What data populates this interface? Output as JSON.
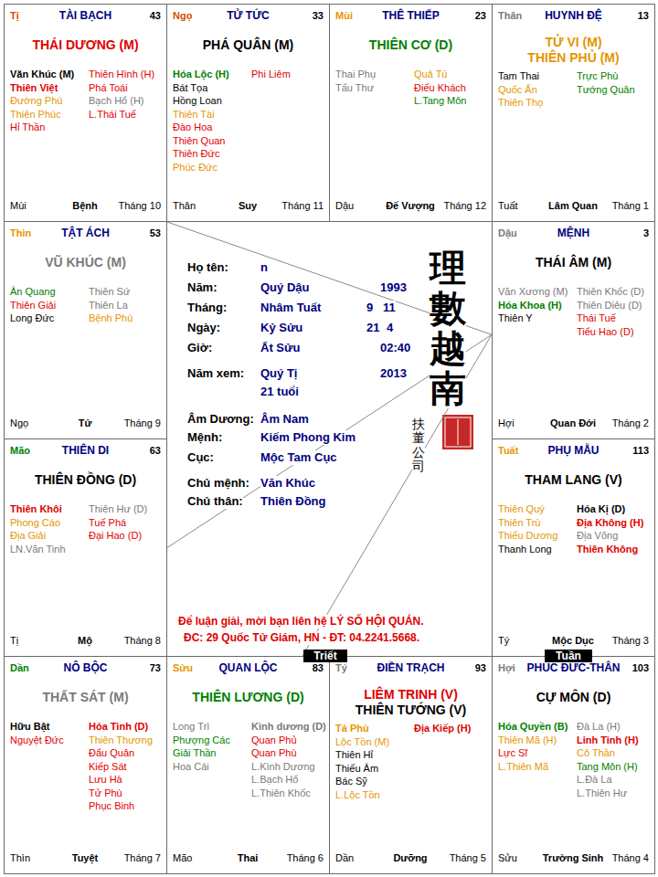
{
  "diagram": {
    "nodes": [
      {
        "text": [
          "Tị",
          "TÀI BẠCH",
          "43",
          "THÁI DƯƠNG (M)",
          "Văn Khúc (M)",
          "Thiên Việt",
          "Đường Phù",
          "Thiên Phúc",
          "Hỉ Thần",
          "Thiên Hình (H)",
          "Phá Toái",
          "Bạch Hổ (H)",
          "L.Thái Tuế",
          "Mùi",
          "Bệnh",
          "Tháng 10"
        ]
      },
      {
        "text": [
          "Ngọ",
          "TỬ TỨC",
          "33",
          "PHÁ QUÂN (M)",
          "Hóa Lộc (H)",
          "Bát Tọa",
          "Hồng Loan",
          "Thiên Tài",
          "Đào Hoa",
          "Thiên Quan",
          "Thiên Đức",
          "Phúc Đức",
          "Phi Liêm",
          "Thân",
          "Suy",
          "Tháng 11"
        ]
      },
      {
        "text": [
          "Mùi",
          "THÊ THIẾP",
          "23",
          "THIÊN CƠ (D)",
          "Thai Phụ",
          "Tấu Thư",
          "Quả Tú",
          "Điếu Khách",
          "L.Tang Môn",
          "Dậu",
          "Đế Vượng",
          "Tháng 12"
        ]
      },
      {
        "text": [
          "Thân",
          "HUYNH ĐỆ",
          "13",
          "TỬ VI (M)",
          "THIÊN PHỦ (M)",
          "Tam Thai",
          "Quốc Ấn",
          "Thiên Thọ",
          "Trực Phù",
          "Tướng Quân",
          "Tuất",
          "Lâm Quan",
          "Tháng 1"
        ]
      },
      {
        "text": [
          "Thìn",
          "TẬT ÁCH",
          "53",
          "VŨ KHÚC (M)",
          "Ân Quang",
          "Thiên Giải",
          "Long Đức",
          "Thiên Sứ",
          "Thiên La",
          "Bệnh Phù",
          "Ngọ",
          "Tử",
          "Tháng 9"
        ]
      },
      {
        "text": [
          "Họ tên:",
          "n",
          "Năm:",
          "Quý Dậu",
          "1993",
          "Tháng:",
          "Nhâm Tuất",
          "9",
          "11",
          "Ngày:",
          "Kỷ Sửu",
          "21",
          "4",
          "Giờ:",
          "Ất Sửu",
          "02:40",
          "Năm xem:",
          "Quý Tị",
          "2013",
          "21 tuổi",
          "Âm Dương:",
          "Âm Nam",
          "Mệnh:",
          "Kiếm Phong Kim",
          "Cục:",
          "Mộc Tam Cục",
          "Chủ mệnh:",
          "Văn Khúc",
          "Chủ thân:",
          "Thiên Đồng",
          "Để luận giải, mời bạn liên hệ LÝ SỐ HỘI QUÁN.",
          "ĐC: 29 Quốc Tử Giám, HN - ĐT: 04.2241.5668.",
          "理數越南",
          "扶董公司"
        ]
      },
      {
        "text": [
          "Dậu",
          "MỆNH",
          "3",
          "THÁI ÂM (M)",
          "Văn Xương (M)",
          "Hóa Khoa (H)",
          "Thiên Y",
          "Thiên Khốc (D)",
          "Thiên Diêu (D)",
          "Thái Tuế",
          "Tiểu Hao (D)",
          "Hợi",
          "Quan Đới",
          "Tháng 2"
        ]
      },
      {
        "text": [
          "Mão",
          "THIÊN DI",
          "63",
          "THIÊN ĐỒNG (D)",
          "Thiên Khôi",
          "Phong Cáo",
          "Địa Giải",
          "LN.Văn Tinh",
          "Thiên Hư (D)",
          "Tuế Phá",
          "Đại Hao (D)",
          "Tị",
          "Mộ",
          "Tháng 8"
        ]
      },
      {
        "text": [
          "Tuất",
          "PHỤ MẪU",
          "113",
          "THAM LANG (V)",
          "Thiên Quý",
          "Thiên Trù",
          "Thiếu Dương",
          "Thanh Long",
          "Hóa Kị (D)",
          "Địa Không (H)",
          "Địa Võng",
          "Thiên Không",
          "Tý",
          "Mộc Dục",
          "Tháng 3"
        ]
      },
      {
        "text": [
          "Dần",
          "NÔ BỘC",
          "73",
          "THẤT SÁT (M)",
          "Hữu Bật",
          "Nguyệt Đức",
          "Hỏa Tinh (D)",
          "Thiên Thương",
          "Đẩu Quân",
          "Kiếp Sát",
          "Lưu Hà",
          "Tử Phù",
          "Phục Binh",
          "Thìn",
          "Tuyệt",
          "Tháng 7"
        ]
      },
      {
        "text": [
          "Sửu",
          "QUAN LỘC",
          "83",
          "THIÊN LƯƠNG (D)",
          "Long Trì",
          "Phượng Các",
          "Giải Thần",
          "Hoa Cái",
          "Kình dương (D)",
          "Quan Phủ",
          "Quan Phù",
          "L.Kình Dương",
          "L.Bạch Hổ",
          "L.Thiên Khốc",
          "Mão",
          "Thai",
          "Tháng 6"
        ]
      },
      {
        "text": [
          "Tý",
          "ĐIỀN TRẠCH",
          "93",
          "LIÊM TRINH (V)",
          "THIÊN TƯỚNG (V)",
          "Tả Phù",
          "Lộc Tồn (M)",
          "Thiên Hỉ",
          "Thiếu Âm",
          "Bác Sỹ",
          "L.Lộc Tồn",
          "Địa Kiếp (H)",
          "Dần",
          "Dưỡng",
          "Tháng 5"
        ]
      },
      {
        "text": [
          "Hợi",
          "PHÚC ĐỨC-THÂN",
          "103",
          "CỰ MÔN (D)",
          "Hóa Quyền (B)",
          "Thiên Mã (H)",
          "Lực Sĩ",
          "L.Thiên Mã",
          "Đà La (H)",
          "Linh Tinh (H)",
          "Cô Thần",
          "Tang Môn (H)",
          "L.Đà La",
          "L.Thiên Hư",
          "Sửu",
          "Trường Sinh",
          "Tháng 4"
        ]
      }
    ],
    "edges": [
      {
        "from": 6,
        "to": 0,
        "arrow": "none"
      },
      {
        "from": 6,
        "to": 7,
        "arrow": "none"
      },
      {
        "from": 6,
        "to": 10,
        "arrow": "none"
      }
    ],
    "labels": [
      "Triết",
      "Tuần"
    ]
  }
}
